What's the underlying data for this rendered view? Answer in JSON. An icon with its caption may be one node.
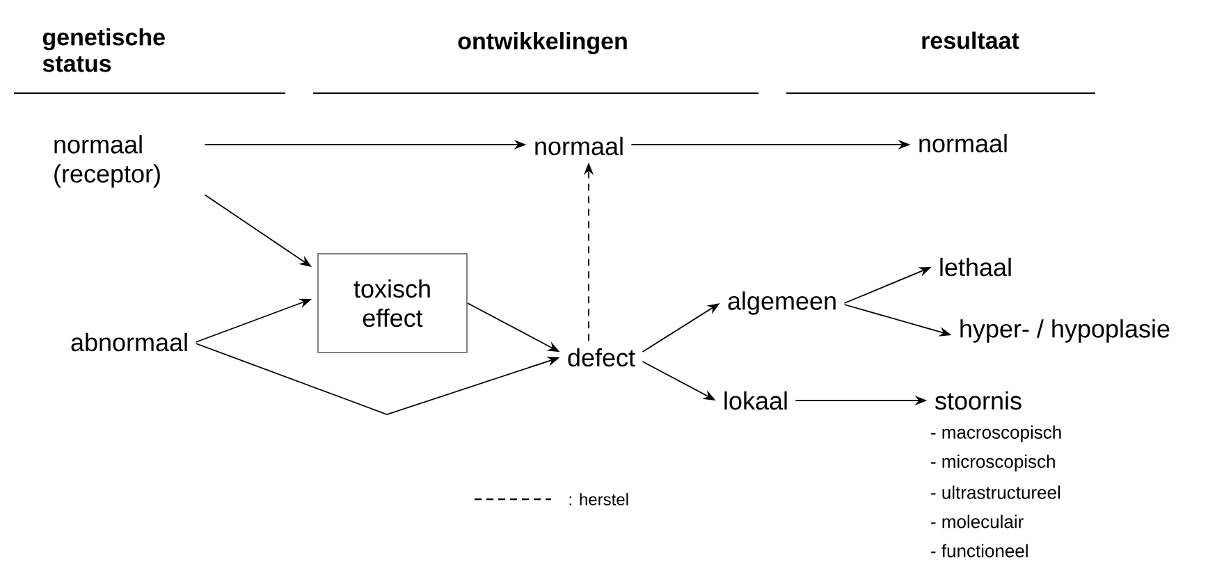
{
  "diagram": {
    "nodes": [
      {
        "text": [
          "normaal (receptor)"
        ]
      },
      {
        "text": [
          "abnormaal"
        ]
      },
      {
        "text": [
          "toxisch effect"
        ]
      },
      {
        "text": [
          "normaal"
        ]
      },
      {
        "text": [
          "normaal"
        ]
      },
      {
        "text": [
          "defect"
        ]
      },
      {
        "text": [
          "algemeen"
        ]
      },
      {
        "text": [
          "lokaal"
        ]
      },
      {
        "text": [
          "lethaal"
        ]
      },
      {
        "text": [
          "hyper- / hypoplasie"
        ]
      },
      {
        "text": [
          "stoornis"
        ],
        "beside": [
          "- macroscopisch",
          "- microscopisch",
          "- ultrastructureel",
          "- moleculair",
          "- functioneel"
        ]
      }
    ],
    "edges": [
      {
        "from": 0,
        "to": 3,
        "arrow": "to"
      },
      {
        "from": 3,
        "to": 4,
        "arrow": "to"
      },
      {
        "from": 0,
        "to": 2,
        "arrow": "to"
      },
      {
        "from": 1,
        "to": 2,
        "arrow": "to"
      },
      {
        "from": 2,
        "to": 5,
        "arrow": "to"
      },
      {
        "from": 1,
        "to": 5,
        "arrow": "to"
      },
      {
        "from": 5,
        "to": 3,
        "arrow": "to",
        "style": "dashed"
      },
      {
        "from": 5,
        "to": 6,
        "arrow": "to"
      },
      {
        "from": 5,
        "to": 7,
        "arrow": "to"
      },
      {
        "from": 6,
        "to": 8,
        "arrow": "to"
      },
      {
        "from": 6,
        "to": 9,
        "arrow": "to"
      },
      {
        "from": 7,
        "to": 10,
        "arrow": "to"
      }
    ],
    "labels": [
      "genetische status",
      "ontwikkelingen",
      "resultaat"
    ],
    "legend": [
      {
        "text": ": herstel"
      }
    ]
  }
}
